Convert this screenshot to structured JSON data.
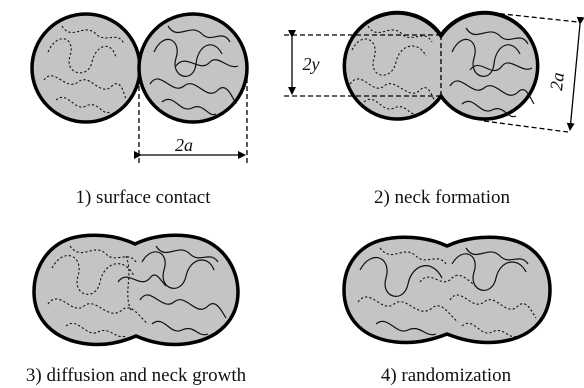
{
  "stages": [
    {
      "caption": "1) surface contact"
    },
    {
      "caption": "2) neck formation"
    },
    {
      "caption": "3) diffusion and neck growth"
    },
    {
      "caption": "4) randomization"
    }
  ],
  "dimensions": {
    "stage1_width": "2a",
    "stage2_neck": "2y",
    "stage2_diameter": "2a"
  }
}
